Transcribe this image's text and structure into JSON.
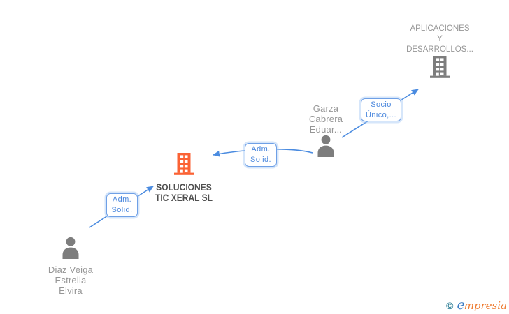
{
  "diagram": {
    "background": "#ffffff",
    "nodes": {
      "aplicaciones": {
        "type": "company",
        "line1": "APLICACIONES",
        "line2": "Y",
        "line3": "DESARROLLOS...",
        "icon": "building-icon",
        "icon_color": "#7d7d7d"
      },
      "garza": {
        "type": "person",
        "line1": "Garza",
        "line2": "Cabrera",
        "line3": "Eduar...",
        "icon": "person-icon",
        "icon_color": "#7d7d7d"
      },
      "soluciones": {
        "type": "company",
        "line1": "SOLUCIONES",
        "line2": "TIC XERAL SL",
        "icon": "building-icon",
        "icon_color": "#fb6234"
      },
      "diaz": {
        "type": "person",
        "line1": "Diaz Veiga",
        "line2": "Estrella",
        "line3": "Elvira",
        "icon": "person-icon",
        "icon_color": "#7d7d7d"
      }
    },
    "edges": {
      "garza_to_soluciones": {
        "line1": "Adm.",
        "line2": "Solid."
      },
      "diaz_to_soluciones": {
        "line1": "Adm.",
        "line2": "Solid."
      },
      "garza_to_aplicaciones": {
        "line1": "Socio",
        "line2": "Único,..."
      }
    },
    "colors": {
      "connector": "#4a8be0",
      "label_box_border": "#6fa0e6",
      "label_box_text": "#4a87dd",
      "entity_text": "#969696",
      "highlighted_entity_text": "#4f4f4f",
      "highlighted_company_icon": "#fb6234",
      "neutral_icon": "#7d7d7d"
    }
  },
  "footer": {
    "copyright_symbol": "©",
    "brand_initial": "e",
    "brand_rest": "mpresia"
  }
}
